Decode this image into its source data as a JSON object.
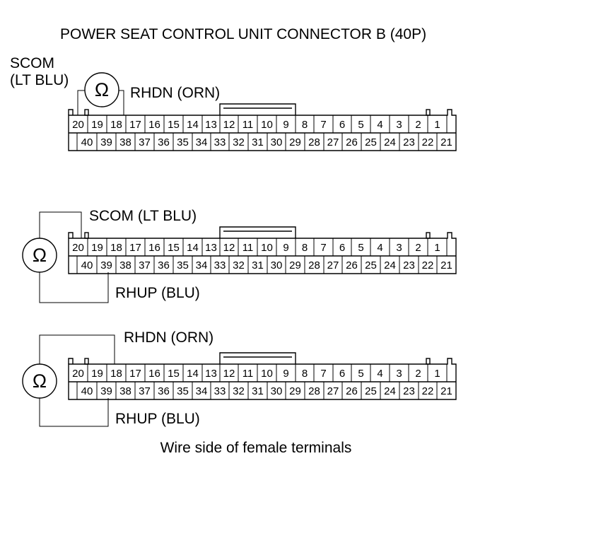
{
  "title": "POWER SEAT CONTROL UNIT CONNECTOR B (40P)",
  "caption": "Wire side of female terminals",
  "ohm_symbol": "Ω",
  "connector": {
    "top_row": [
      "20",
      "19",
      "18",
      "17",
      "16",
      "15",
      "14",
      "13",
      "12",
      "11",
      "10",
      "9",
      "8",
      "7",
      "6",
      "5",
      "4",
      "3",
      "2",
      "1"
    ],
    "bottom_row": [
      "",
      "40",
      "39",
      "38",
      "37",
      "36",
      "35",
      "34",
      "33",
      "32",
      "31",
      "30",
      "29",
      "28",
      "27",
      "26",
      "25",
      "24",
      "23",
      "22",
      "21"
    ]
  },
  "tests": [
    {
      "labels": {
        "a1": "SCOM",
        "a2": "(LT BLU)",
        "b": "RHDN (ORN)"
      },
      "terminals": [
        "20",
        "18"
      ]
    },
    {
      "labels": {
        "a": "SCOM (LT BLU)",
        "b": "RHUP (BLU)"
      },
      "terminals": [
        "20",
        "39"
      ]
    },
    {
      "labels": {
        "a": "RHDN (ORN)",
        "b": "RHUP (BLU)"
      },
      "terminals": [
        "18",
        "39"
      ]
    }
  ],
  "colors": {
    "line": "#000000",
    "background": "#ffffff"
  }
}
